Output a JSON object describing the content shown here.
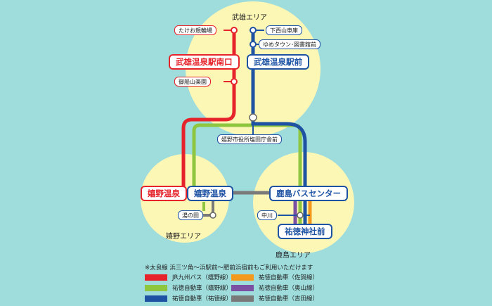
{
  "areas": {
    "takeo": "武雄エリア",
    "ureshino": "嬉野エリア",
    "kashima": "鹿島エリア"
  },
  "stops": {
    "takeo_keirinjo": "たけお競輪場",
    "mifuneyama": "御船山楽園",
    "shimonishiyama": "下西山車庫",
    "yume_town": "ゆめタウン･図書館前",
    "takeo_minamiguchi": "武雄温泉駅南口",
    "takeo_ekimae": "武雄温泉駅前",
    "city_office": "嬉野市役所塩田庁舎前",
    "ureshino_onsen_red": "嬉野温泉",
    "ureshino_onsen_blue": "嬉野温泉",
    "kashima_bc": "鹿島バスセンター",
    "yunota": "湯の田",
    "nakagawa": "中川",
    "yutoku": "祐徳神社前"
  },
  "legend": {
    "note": "※太良線 浜三ツ角～浜駅前～肥前浜宿前もご利用いただけます",
    "items": [
      {
        "label": "JR九州バス（嬉野線）",
        "color": "#e6232b"
      },
      {
        "label": "祐徳自動車（嬉野線）",
        "color": "#8fc63f"
      },
      {
        "label": "祐徳自動車（祐徳線）",
        "color": "#1e53a4"
      },
      {
        "label": "祐徳自動車（佐賀線）",
        "color": "#f39a1e"
      },
      {
        "label": "祐徳自動車（奥山線）",
        "color": "#7b4fa2"
      },
      {
        "label": "祐徳自動車（吉田線）",
        "color": "#7a7a7a"
      }
    ]
  },
  "colors": {
    "background": "#9fdcdc",
    "area_fill": "#fdf7b6"
  }
}
